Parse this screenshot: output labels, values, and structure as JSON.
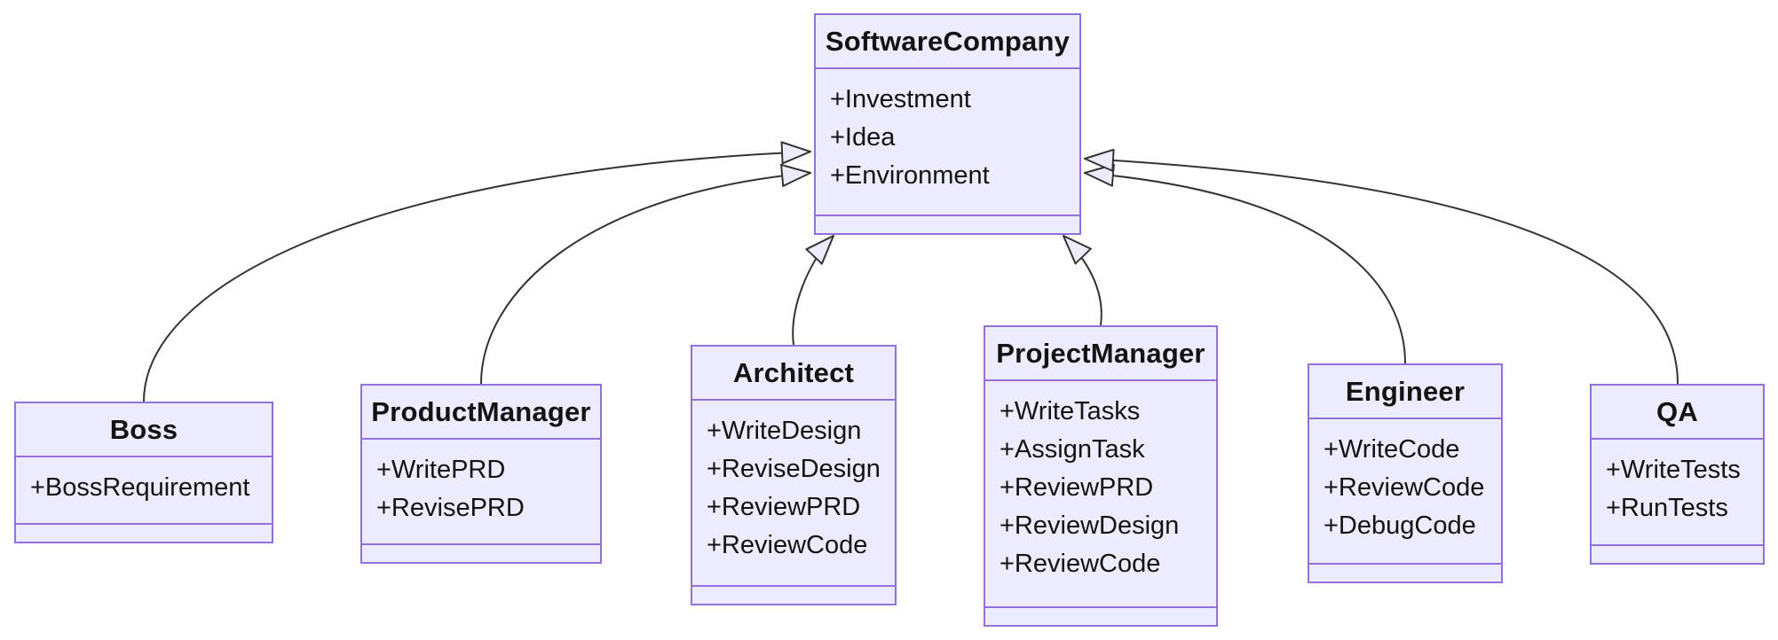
{
  "diagram": {
    "type": "uml-class-diagram",
    "classes": [
      {
        "name": "SoftwareCompany",
        "attributes": [
          "+Investment",
          "+Idea",
          "+Environment"
        ],
        "methods": []
      },
      {
        "name": "Boss",
        "attributes": [
          "+BossRequirement"
        ],
        "methods": []
      },
      {
        "name": "ProductManager",
        "attributes": [
          "+WritePRD",
          "+RevisePRD"
        ],
        "methods": []
      },
      {
        "name": "Architect",
        "attributes": [
          "+WriteDesign",
          "+ReviseDesign",
          "+ReviewPRD",
          "+ReviewCode"
        ],
        "methods": []
      },
      {
        "name": "ProjectManager",
        "attributes": [
          "+WriteTasks",
          "+AssignTask",
          "+ReviewPRD",
          "+ReviewDesign",
          "+ReviewCode"
        ],
        "methods": []
      },
      {
        "name": "Engineer",
        "attributes": [
          "+WriteCode",
          "+ReviewCode",
          "+DebugCode"
        ],
        "methods": []
      },
      {
        "name": "QA",
        "attributes": [
          "+WriteTests",
          "+RunTests"
        ],
        "methods": []
      }
    ],
    "relations": [
      {
        "from": "Boss",
        "to": "SoftwareCompany",
        "type": "inheritance"
      },
      {
        "from": "ProductManager",
        "to": "SoftwareCompany",
        "type": "inheritance"
      },
      {
        "from": "Architect",
        "to": "SoftwareCompany",
        "type": "inheritance"
      },
      {
        "from": "ProjectManager",
        "to": "SoftwareCompany",
        "type": "inheritance"
      },
      {
        "from": "Engineer",
        "to": "SoftwareCompany",
        "type": "inheritance"
      },
      {
        "from": "QA",
        "to": "SoftwareCompany",
        "type": "inheritance"
      }
    ],
    "colors": {
      "node_fill": "#ECECFF",
      "node_border": "#9370DB",
      "edge_line": "#333333",
      "text": "#131313",
      "background": "#FFFFFF"
    }
  }
}
